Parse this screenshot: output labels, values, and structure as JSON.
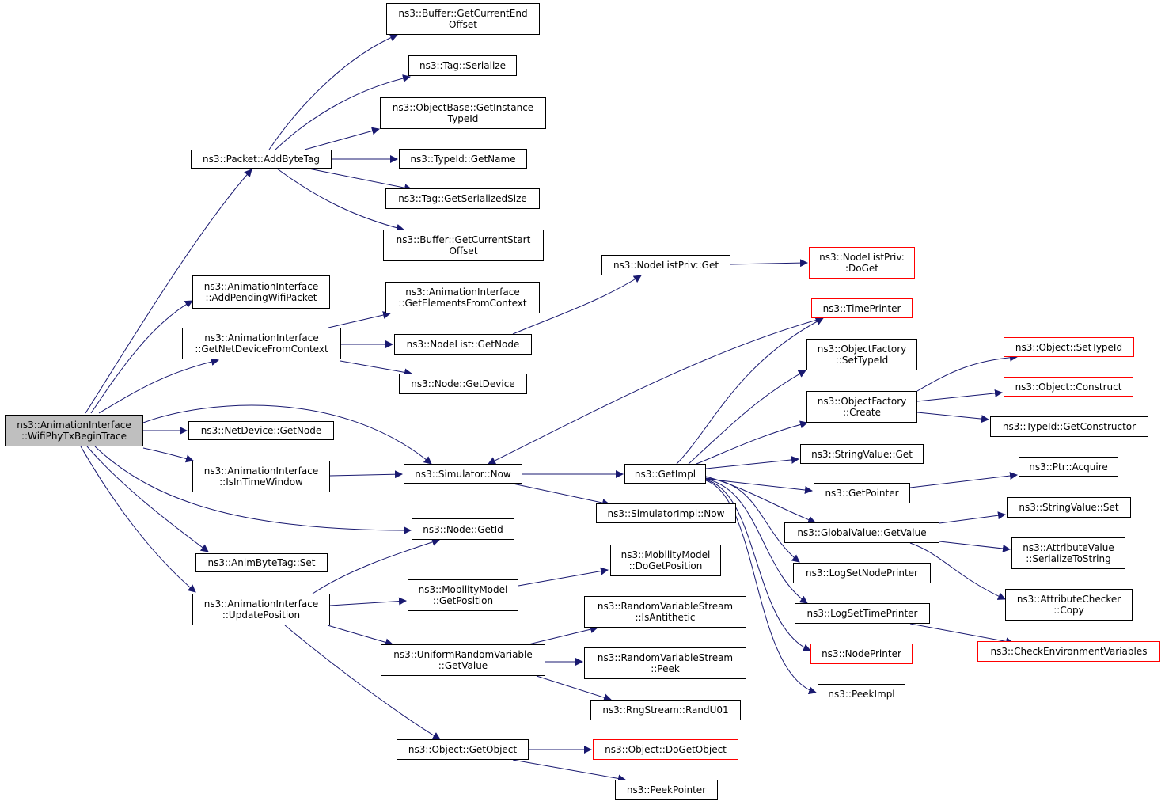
{
  "colors": {
    "edge": "#191970",
    "node_border": "#000000",
    "external_border": "#ff0000",
    "root_fill": "#bfbfbf",
    "background": "#ffffff"
  },
  "nodes": {
    "wifi_tx": "ns3::AnimationInterface\n::WifiPhyTxBeginTrace",
    "add_byte_tag": "ns3::Packet::AddByteTag",
    "add_pending": "ns3::AnimationInterface\n::AddPendingWifiPacket",
    "get_net_dev_ctx": "ns3::AnimationInterface\n::GetNetDeviceFromContext",
    "netdev_getnode": "ns3::NetDevice::GetNode",
    "is_in_time": "ns3::AnimationInterface\n::IsInTimeWindow",
    "animbyte_set": "ns3::AnimByteTag::Set",
    "update_pos": "ns3::AnimationInterface\n::UpdatePosition",
    "buf_end": "ns3::Buffer::GetCurrentEnd\nOffset",
    "tag_ser": "ns3::Tag::Serialize",
    "objbase_tid": "ns3::ObjectBase::GetInstance\nTypeId",
    "typeid_name": "ns3::TypeId::GetName",
    "tag_size": "ns3::Tag::GetSerializedSize",
    "buf_start": "ns3::Buffer::GetCurrentStart\nOffset",
    "get_elems": "ns3::AnimationInterface\n::GetElementsFromContext",
    "nodelist_getnode": "ns3::NodeList::GetNode",
    "node_getdevice": "ns3::Node::GetDevice",
    "sim_now": "ns3::Simulator::Now",
    "node_getid": "ns3::Node::GetId",
    "mob_getpos": "ns3::MobilityModel\n::GetPosition",
    "unif_getval": "ns3::UniformRandomVariable\n::GetValue",
    "obj_getobj": "ns3::Object::GetObject",
    "nlp_get": "ns3::NodeListPriv::Get",
    "nlp_doget": "ns3::NodeListPriv:\n:DoGet",
    "get_impl": "ns3::GetImpl",
    "simimpl_now": "ns3::SimulatorImpl::Now",
    "mob_dogetpos": "ns3::MobilityModel\n::DoGetPosition",
    "rvs_anti": "ns3::RandomVariableStream\n::IsAntithetic",
    "rvs_peek": "ns3::RandomVariableStream\n::Peek",
    "rng_rand": "ns3::RngStream::RandU01",
    "obj_dogetobj": "ns3::Object::DoGetObject",
    "peek_pointer": "ns3::PeekPointer",
    "time_printer": "ns3::TimePrinter",
    "objfact_settid": "ns3::ObjectFactory\n::SetTypeId",
    "objfact_create": "ns3::ObjectFactory\n::Create",
    "strval_get": "ns3::StringValue::Get",
    "get_pointer": "ns3::GetPointer",
    "gv_getvalue": "ns3::GlobalValue::GetValue",
    "log_set_node": "ns3::LogSetNodePrinter",
    "log_set_time": "ns3::LogSetTimePrinter",
    "node_printer": "ns3::NodePrinter",
    "peek_impl": "ns3::PeekImpl",
    "obj_settid": "ns3::Object::SetTypeId",
    "obj_construct": "ns3::Object::Construct",
    "typeid_getctor": "ns3::TypeId::GetConstructor",
    "ptr_acquire": "ns3::Ptr::Acquire",
    "strval_set": "ns3::StringValue::Set",
    "attrval_ser": "ns3::AttributeValue\n::SerializeToString",
    "attrchk_copy": "ns3::AttributeChecker\n::Copy",
    "check_env": "ns3::CheckEnvironmentVariables"
  }
}
